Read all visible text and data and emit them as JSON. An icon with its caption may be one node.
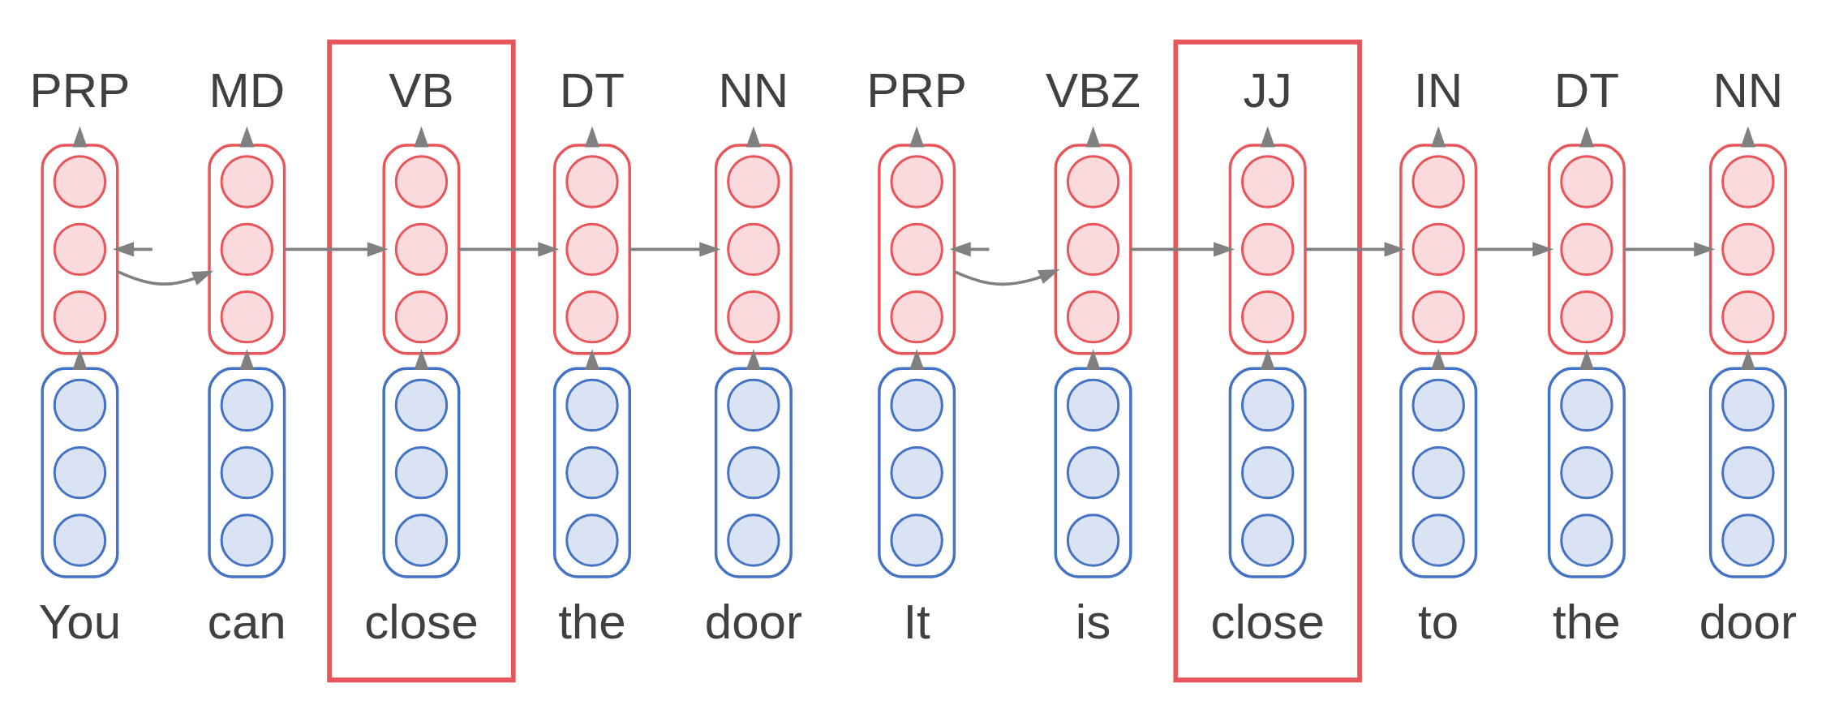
{
  "diagram": {
    "nodes": [
      {
        "text": [
          "PRP"
        ]
      },
      {
        "text": [],
        "shape": "box"
      },
      {
        "text": [],
        "shape": "circle",
        "in": 1
      },
      {
        "text": [],
        "shape": "circle",
        "in": 1
      },
      {
        "text": [],
        "shape": "circle",
        "in": 1
      },
      {
        "text": [],
        "shape": "box",
        "beside": [
          "You"
        ]
      },
      {
        "text": [],
        "shape": "circle",
        "in": 5
      },
      {
        "text": [],
        "shape": "circle",
        "in": 5
      },
      {
        "text": [],
        "shape": "circle",
        "in": 5
      },
      {
        "text": [
          "MD"
        ]
      },
      {
        "text": [],
        "shape": "box"
      },
      {
        "text": [],
        "shape": "circle",
        "in": 10
      },
      {
        "text": [],
        "shape": "circle",
        "in": 10
      },
      {
        "text": [],
        "shape": "circle",
        "in": 10
      },
      {
        "text": [],
        "shape": "box",
        "beside": [
          "can"
        ]
      },
      {
        "text": [],
        "shape": "circle",
        "in": 14
      },
      {
        "text": [],
        "shape": "circle",
        "in": 14
      },
      {
        "text": [],
        "shape": "circle",
        "in": 14
      },
      {
        "text": [],
        "shape": "box"
      },
      {
        "text": [
          "VB"
        ],
        "in": 18
      },
      {
        "text": [],
        "shape": "box",
        "in": 18
      },
      {
        "text": [],
        "shape": "circle",
        "in": 20
      },
      {
        "text": [],
        "shape": "circle",
        "in": 20
      },
      {
        "text": [],
        "shape": "circle",
        "in": 20
      },
      {
        "text": [],
        "shape": "box",
        "in": 18,
        "beside": [
          "close"
        ]
      },
      {
        "text": [],
        "shape": "circle",
        "in": 24
      },
      {
        "text": [],
        "shape": "circle",
        "in": 24
      },
      {
        "text": [],
        "shape": "circle",
        "in": 24
      },
      {
        "text": [
          "DT"
        ]
      },
      {
        "text": [],
        "shape": "box"
      },
      {
        "text": [],
        "shape": "circle",
        "in": 29
      },
      {
        "text": [],
        "shape": "circle",
        "in": 29
      },
      {
        "text": [],
        "shape": "circle",
        "in": 29
      },
      {
        "text": [],
        "shape": "box",
        "beside": [
          "the"
        ]
      },
      {
        "text": [],
        "shape": "circle",
        "in": 33
      },
      {
        "text": [],
        "shape": "circle",
        "in": 33
      },
      {
        "text": [],
        "shape": "circle",
        "in": 33
      },
      {
        "text": [
          "NN"
        ]
      },
      {
        "text": [],
        "shape": "box"
      },
      {
        "text": [],
        "shape": "circle",
        "in": 38
      },
      {
        "text": [],
        "shape": "circle",
        "in": 38
      },
      {
        "text": [],
        "shape": "circle",
        "in": 38
      },
      {
        "text": [],
        "shape": "box",
        "beside": [
          "door"
        ]
      },
      {
        "text": [],
        "shape": "circle",
        "in": 42
      },
      {
        "text": [],
        "shape": "circle",
        "in": 42
      },
      {
        "text": [],
        "shape": "circle",
        "in": 42
      },
      {
        "text": [
          "PRP"
        ]
      },
      {
        "text": [],
        "shape": "box"
      },
      {
        "text": [],
        "shape": "circle",
        "in": 47
      },
      {
        "text": [],
        "shape": "circle",
        "in": 47
      },
      {
        "text": [],
        "shape": "circle",
        "in": 47
      },
      {
        "text": [],
        "shape": "box",
        "beside": [
          "It"
        ]
      },
      {
        "text": [],
        "shape": "circle",
        "in": 51
      },
      {
        "text": [],
        "shape": "circle",
        "in": 51
      },
      {
        "text": [],
        "shape": "circle",
        "in": 51
      },
      {
        "text": [
          "VBZ"
        ]
      },
      {
        "text": [],
        "shape": "box"
      },
      {
        "text": [],
        "shape": "circle",
        "in": 56
      },
      {
        "text": [],
        "shape": "circle",
        "in": 56
      },
      {
        "text": [],
        "shape": "circle",
        "in": 56
      },
      {
        "text": [],
        "shape": "box",
        "beside": [
          "is"
        ]
      },
      {
        "text": [],
        "shape": "circle",
        "in": 60
      },
      {
        "text": [],
        "shape": "circle",
        "in": 60
      },
      {
        "text": [],
        "shape": "circle",
        "in": 60
      },
      {
        "text": [],
        "shape": "box"
      },
      {
        "text": [
          "JJ"
        ],
        "in": 64
      },
      {
        "text": [],
        "shape": "box",
        "in": 64
      },
      {
        "text": [],
        "shape": "circle",
        "in": 66
      },
      {
        "text": [],
        "shape": "circle",
        "in": 66
      },
      {
        "text": [],
        "shape": "circle",
        "in": 66
      },
      {
        "text": [],
        "shape": "box",
        "in": 64,
        "beside": [
          "close"
        ]
      },
      {
        "text": [],
        "shape": "circle",
        "in": 70
      },
      {
        "text": [],
        "shape": "circle",
        "in": 70
      },
      {
        "text": [],
        "shape": "circle",
        "in": 70
      },
      {
        "text": [
          "IN"
        ]
      },
      {
        "text": [],
        "shape": "box"
      },
      {
        "text": [],
        "shape": "circle",
        "in": 75
      },
      {
        "text": [],
        "shape": "circle",
        "in": 75
      },
      {
        "text": [],
        "shape": "circle",
        "in": 75
      },
      {
        "text": [],
        "shape": "box",
        "beside": [
          "to"
        ]
      },
      {
        "text": [],
        "shape": "circle",
        "in": 79
      },
      {
        "text": [],
        "shape": "circle",
        "in": 79
      },
      {
        "text": [],
        "shape": "circle",
        "in": 79
      },
      {
        "text": [
          "DT"
        ]
      },
      {
        "text": [],
        "shape": "box"
      },
      {
        "text": [],
        "shape": "circle",
        "in": 84
      },
      {
        "text": [],
        "shape": "circle",
        "in": 84
      },
      {
        "text": [],
        "shape": "circle",
        "in": 84
      },
      {
        "text": [],
        "shape": "box",
        "beside": [
          "the"
        ]
      },
      {
        "text": [],
        "shape": "circle",
        "in": 88
      },
      {
        "text": [],
        "shape": "circle",
        "in": 88
      },
      {
        "text": [],
        "shape": "circle",
        "in": 88
      },
      {
        "text": [
          "NN"
        ]
      },
      {
        "text": [],
        "shape": "box"
      },
      {
        "text": [],
        "shape": "circle",
        "in": 93
      },
      {
        "text": [],
        "shape": "circle",
        "in": 93
      },
      {
        "text": [],
        "shape": "circle",
        "in": 93
      },
      {
        "text": [],
        "shape": "box",
        "beside": [
          "door"
        ]
      },
      {
        "text": [],
        "shape": "circle",
        "in": 97
      },
      {
        "text": [],
        "shape": "circle",
        "in": 97
      },
      {
        "text": [],
        "shape": "circle",
        "in": 97
      }
    ],
    "edges": [
      {
        "from": null,
        "to": 1,
        "arrow": "to"
      },
      {
        "from": 5,
        "to": 1,
        "arrow": "to"
      },
      {
        "from": 1,
        "to": 0,
        "arrow": "to"
      },
      {
        "from": 1,
        "to": 10,
        "arrow": "to"
      },
      {
        "from": 14,
        "to": 10,
        "arrow": "to"
      },
      {
        "from": 10,
        "to": 9,
        "arrow": "to"
      },
      {
        "from": 10,
        "to": 20,
        "arrow": "to"
      },
      {
        "from": 24,
        "to": 20,
        "arrow": "to"
      },
      {
        "from": 20,
        "to": 19,
        "arrow": "to"
      },
      {
        "from": 20,
        "to": 29,
        "arrow": "to"
      },
      {
        "from": 33,
        "to": 29,
        "arrow": "to"
      },
      {
        "from": 29,
        "to": 28,
        "arrow": "to"
      },
      {
        "from": 29,
        "to": 38,
        "arrow": "to"
      },
      {
        "from": 42,
        "to": 38,
        "arrow": "to"
      },
      {
        "from": 38,
        "to": 37,
        "arrow": "to"
      },
      {
        "from": null,
        "to": 47,
        "arrow": "to"
      },
      {
        "from": 51,
        "to": 47,
        "arrow": "to"
      },
      {
        "from": 47,
        "to": 46,
        "arrow": "to"
      },
      {
        "from": 47,
        "to": 56,
        "arrow": "to"
      },
      {
        "from": 60,
        "to": 56,
        "arrow": "to"
      },
      {
        "from": 56,
        "to": 55,
        "arrow": "to"
      },
      {
        "from": 56,
        "to": 66,
        "arrow": "to"
      },
      {
        "from": 70,
        "to": 66,
        "arrow": "to"
      },
      {
        "from": 66,
        "to": 65,
        "arrow": "to"
      },
      {
        "from": 66,
        "to": 75,
        "arrow": "to"
      },
      {
        "from": 79,
        "to": 75,
        "arrow": "to"
      },
      {
        "from": 75,
        "to": 74,
        "arrow": "to"
      },
      {
        "from": 75,
        "to": 84,
        "arrow": "to"
      },
      {
        "from": 88,
        "to": 84,
        "arrow": "to"
      },
      {
        "from": 84,
        "to": 83,
        "arrow": "to"
      },
      {
        "from": 84,
        "to": 93,
        "arrow": "to"
      },
      {
        "from": 97,
        "to": 93,
        "arrow": "to"
      },
      {
        "from": 93,
        "to": 92,
        "arrow": "to"
      }
    ]
  }
}
